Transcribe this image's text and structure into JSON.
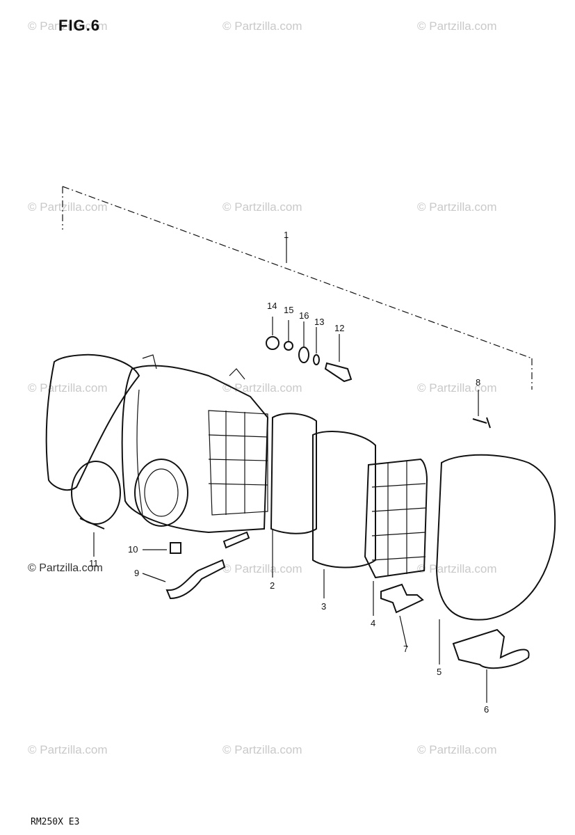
{
  "title": "FIG.6",
  "model": "RM250X  E3",
  "watermark": "© Partzilla.com",
  "callouts": {
    "c1": "1",
    "c2": "2",
    "c3": "3",
    "c4": "4",
    "c5": "5",
    "c6": "6",
    "c7": "7",
    "c8": "8",
    "c9": "9",
    "c10": "10",
    "c11": "11",
    "c12": "12",
    "c13": "13",
    "c14": "14",
    "c15": "15",
    "c16": "16"
  }
}
